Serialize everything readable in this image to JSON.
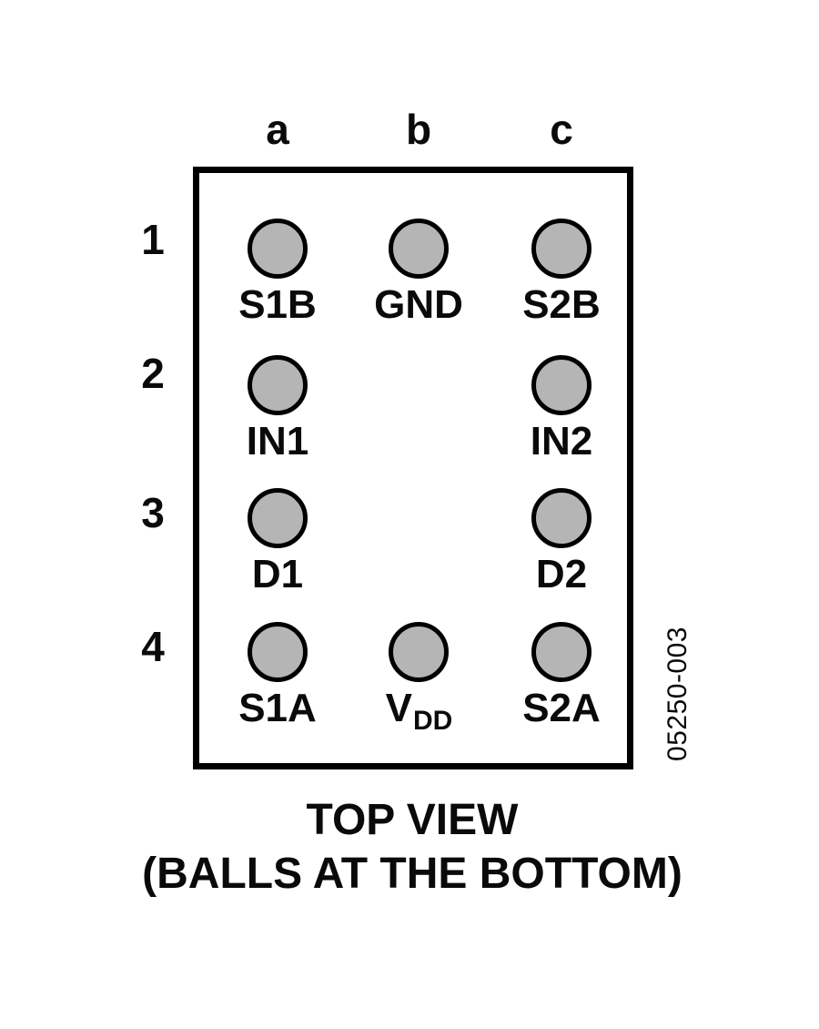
{
  "figure": {
    "column_labels": [
      "a",
      "b",
      "c"
    ],
    "row_labels": [
      "1",
      "2",
      "3",
      "4"
    ],
    "balls": [
      {
        "pos": "a1",
        "label": "S1B"
      },
      {
        "pos": "b1",
        "label": "GND"
      },
      {
        "pos": "c1",
        "label": "S2B"
      },
      {
        "pos": "a2",
        "label": "IN1"
      },
      {
        "pos": "c2",
        "label": "IN2"
      },
      {
        "pos": "a3",
        "label": "D1"
      },
      {
        "pos": "c3",
        "label": "D2"
      },
      {
        "pos": "a4",
        "label": "S1A"
      },
      {
        "pos": "b4",
        "label": "VDD",
        "label_main": "V",
        "label_sub": "DD"
      },
      {
        "pos": "c4",
        "label": "S2A"
      }
    ],
    "figure_code": "05250-003",
    "caption": {
      "line1": "TOP VIEW",
      "line2": "(BALLS AT THE BOTTOM)"
    },
    "colors": {
      "ball_fill": "#b5b5b5",
      "outline": "#000000",
      "background": "#ffffff"
    }
  }
}
